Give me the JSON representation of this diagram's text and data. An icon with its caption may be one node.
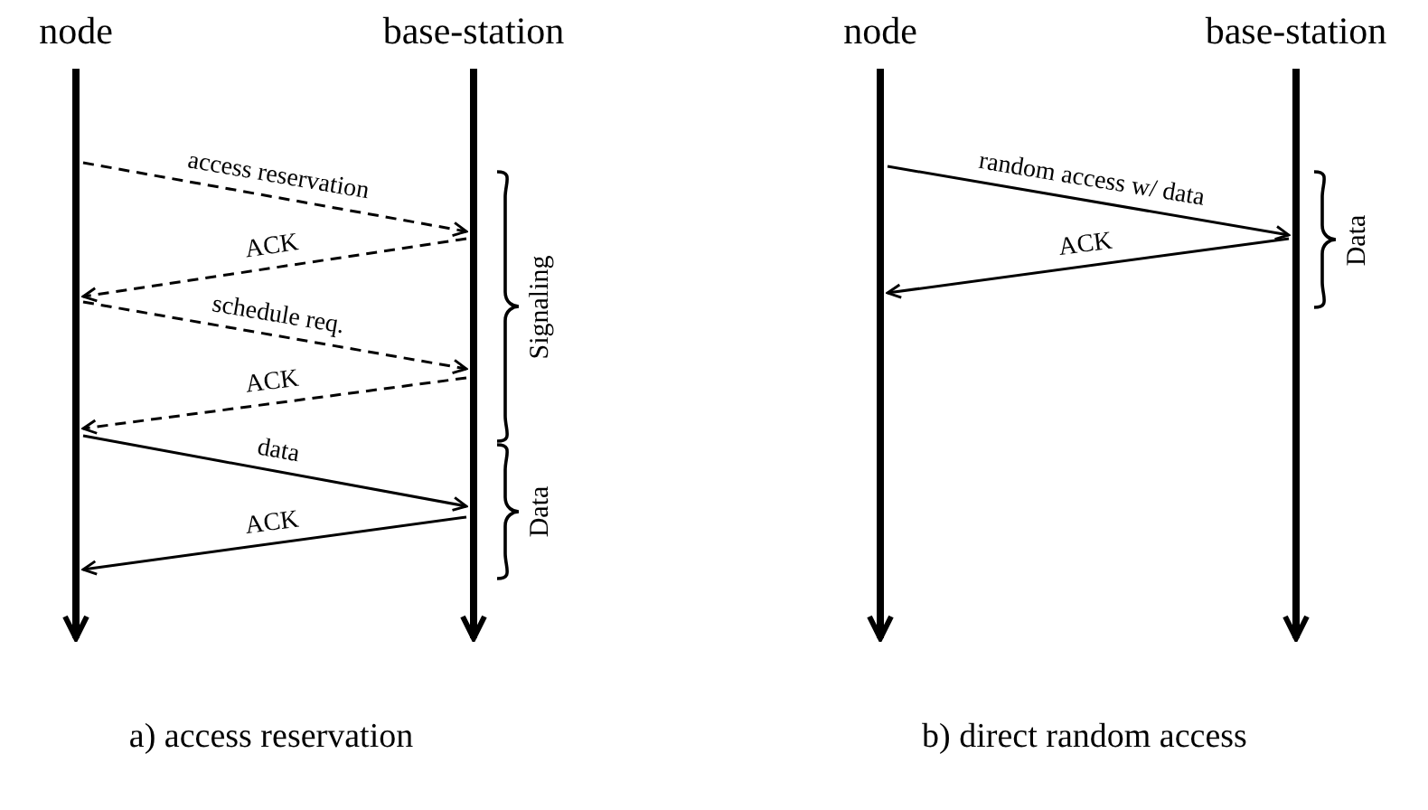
{
  "diagram": {
    "nodes": [
      {
        "text": [
          "node"
        ]
      },
      {
        "text": [
          "base-station"
        ]
      },
      {
        "text": [
          "node"
        ]
      },
      {
        "text": [
          "base-station"
        ]
      }
    ],
    "edges": [
      {
        "from": 0,
        "to": 1,
        "arrow": "to",
        "label": "access reservation",
        "style": "dashed"
      },
      {
        "from": 1,
        "to": 0,
        "arrow": "to",
        "label": "ACK",
        "style": "dashed"
      },
      {
        "from": 0,
        "to": 1,
        "arrow": "to",
        "label": "schedule req.",
        "style": "dashed"
      },
      {
        "from": 1,
        "to": 0,
        "arrow": "to",
        "label": "ACK",
        "style": "dashed"
      },
      {
        "from": 0,
        "to": 1,
        "arrow": "to",
        "label": "data"
      },
      {
        "from": 1,
        "to": 0,
        "arrow": "to",
        "label": "ACK"
      },
      {
        "from": 2,
        "to": 3,
        "arrow": "to",
        "label": "random access w/ data"
      },
      {
        "from": 3,
        "to": 2,
        "arrow": "to",
        "label": "ACK"
      }
    ],
    "labels": [
      "Signaling",
      "Data",
      "Data",
      "a) access reservation",
      "b) direct random access"
    ]
  }
}
